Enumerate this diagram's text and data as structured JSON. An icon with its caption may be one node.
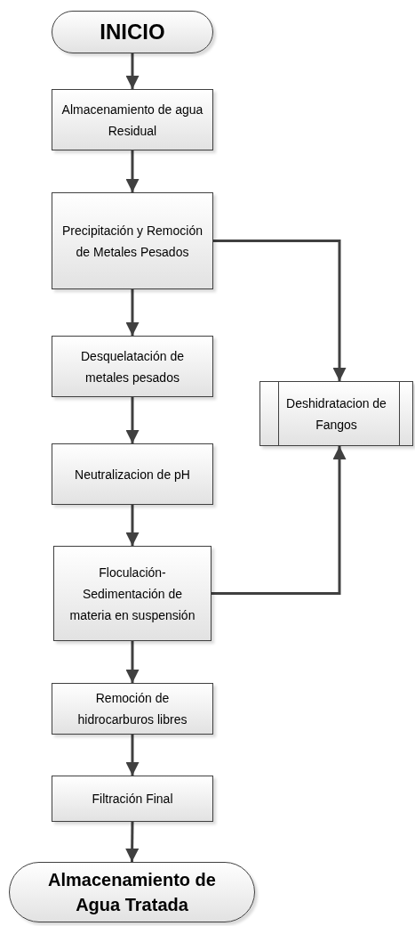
{
  "diagram": {
    "nodes": [
      {
        "text": [
          "INICIO"
        ]
      },
      {
        "text": [
          "Almacenamiento de agua Residual"
        ]
      },
      {
        "text": [
          "Precipitación y Remoción de Metales Pesados"
        ]
      },
      {
        "text": [
          "Desquelatación de metales pesados"
        ]
      },
      {
        "text": [
          "Neutralizacion de pH"
        ]
      },
      {
        "text": [
          "Floculación- Sedimentación de materia en suspensión"
        ]
      },
      {
        "text": [
          "Remoción de hidrocarburos libres"
        ]
      },
      {
        "text": [
          "Filtración Final"
        ]
      },
      {
        "text": [
          "Almacenamiento de Agua Tratada"
        ]
      },
      {
        "text": [
          "Deshidratacion de Fangos"
        ]
      }
    ],
    "edges": [
      {
        "from": 0,
        "to": 1,
        "arrow": "to"
      },
      {
        "from": 1,
        "to": 2,
        "arrow": "to"
      },
      {
        "from": 2,
        "to": 3,
        "arrow": "to"
      },
      {
        "from": 3,
        "to": 4,
        "arrow": "to"
      },
      {
        "from": 4,
        "to": 5,
        "arrow": "to"
      },
      {
        "from": 5,
        "to": 6,
        "arrow": "to"
      },
      {
        "from": 6,
        "to": 7,
        "arrow": "to"
      },
      {
        "from": 7,
        "to": 8,
        "arrow": "to"
      },
      {
        "from": 2,
        "to": 9,
        "arrow": "to"
      },
      {
        "from": 5,
        "to": 9,
        "arrow": "to"
      }
    ]
  }
}
